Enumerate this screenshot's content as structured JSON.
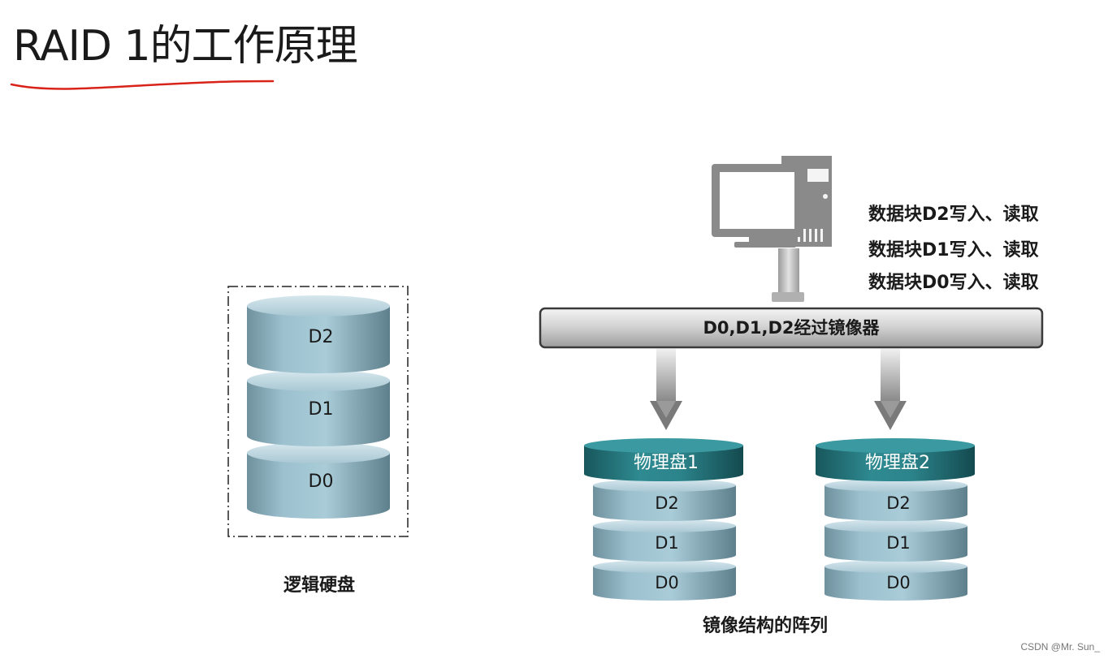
{
  "title": "RAID 1的工作原理",
  "logical_disk": {
    "caption": "逻辑硬盘",
    "blocks": [
      "D2",
      "D1",
      "D0"
    ]
  },
  "host_ops": [
    "数据块D2写入、读取",
    "数据块D1写入、读取",
    "数据块D0写入、读取"
  ],
  "mirror_bar_label": "D0,D1,D2经过镜像器",
  "physical_disks": [
    {
      "name": "物理盘1",
      "blocks": [
        "D2",
        "D1",
        "D0"
      ]
    },
    {
      "name": "物理盘2",
      "blocks": [
        "D2",
        "D1",
        "D0"
      ]
    }
  ],
  "array_caption": "镜像结构的阵列",
  "watermark": "CSDN @Mr. Sun_",
  "colors": {
    "underline": "#d9231a",
    "disk_body": "#8db3c3",
    "disk_cap": "#2a7a80",
    "pc": "#8a8a8a"
  },
  "icons": [
    "computer-icon"
  ]
}
